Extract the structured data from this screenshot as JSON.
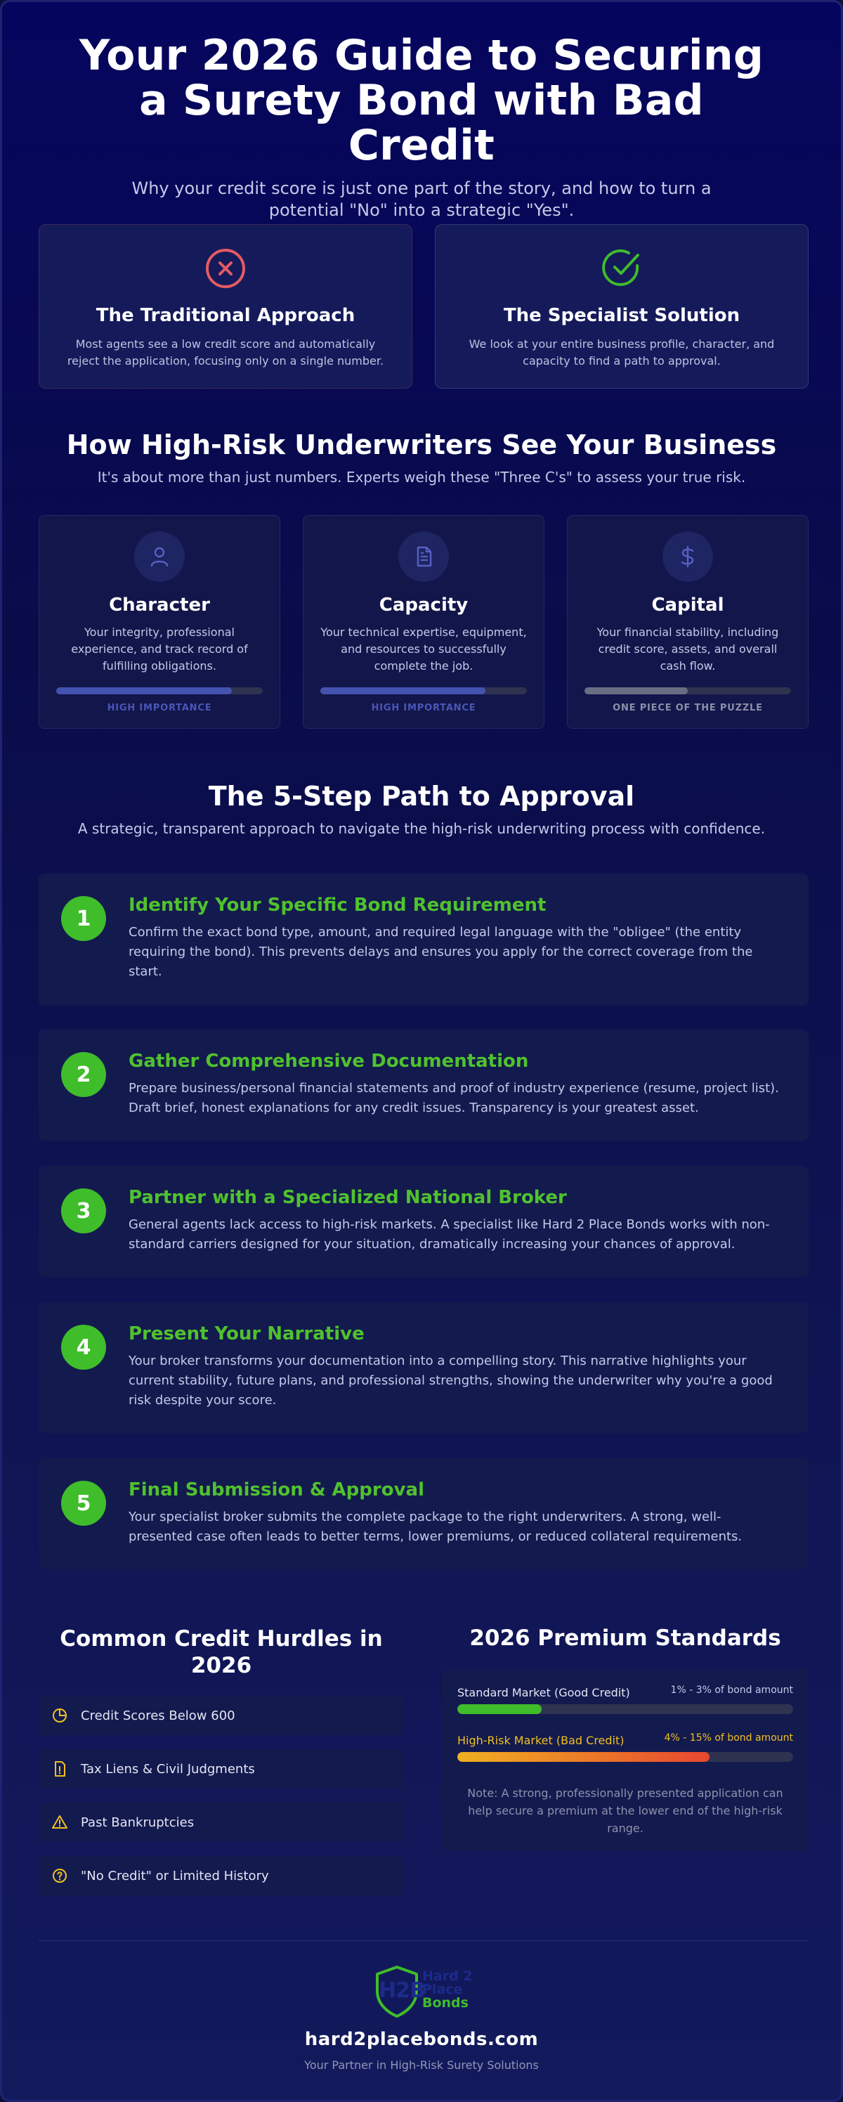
{
  "hero": {
    "title": "Your 2026 Guide to Securing a Surety Bond with Bad Credit",
    "subtitle": "Why your credit score is just one part of the story, and how to turn a potential \"No\" into a strategic \"Yes\"."
  },
  "comparison": {
    "traditional": {
      "icon": "x-circle-icon",
      "title": "The Traditional Approach",
      "text": "Most agents see a low credit score and automatically reject the application, focusing only on a single number."
    },
    "specialist": {
      "icon": "check-circle-icon",
      "title": "The Specialist Solution",
      "text": "We look at your entire business profile, character, and capacity to find a path to approval."
    }
  },
  "underwriters": {
    "title": "How High-Risk Underwriters See Your Business",
    "subtitle": "It's about more than just numbers. Experts weigh these \"Three C's\" to assess your true risk.",
    "items": [
      {
        "icon": "user-icon",
        "title": "Character",
        "text": "Your integrity, professional experience, and track record of fulfilling obligations.",
        "level": 0.85,
        "tag": "HIGH IMPORTANCE"
      },
      {
        "icon": "document-icon",
        "title": "Capacity",
        "text": "Your technical expertise, equipment, and resources to successfully complete the job.",
        "level": 0.8,
        "tag": "HIGH IMPORTANCE"
      },
      {
        "icon": "dollar-icon",
        "title": "Capital",
        "text": "Your financial stability, including credit score, assets, and overall cash flow.",
        "level": 0.5,
        "tag": "ONE PIECE OF THE PUZZLE"
      }
    ]
  },
  "path": {
    "title": "The 5-Step Path to Approval",
    "subtitle": "A strategic, transparent approach to navigate the high-risk underwriting process with confidence.",
    "steps": [
      {
        "num": "1",
        "title": "Identify Your Specific Bond Requirement",
        "text": "Confirm the exact bond type, amount, and required legal language with the \"obligee\" (the entity requiring the bond). This prevents delays and ensures you apply for the correct coverage from the start."
      },
      {
        "num": "2",
        "title": "Gather Comprehensive Documentation",
        "text": "Prepare business/personal financial statements and proof of industry experience (resume, project list). Draft brief, honest explanations for any credit issues. Transparency is your greatest asset."
      },
      {
        "num": "3",
        "title": "Partner with a Specialized National Broker",
        "text": "General agents lack access to high-risk markets. A specialist like Hard 2 Place Bonds works with non-standard carriers designed for your situation, dramatically increasing your chances of approval."
      },
      {
        "num": "4",
        "title": "Present Your Narrative",
        "text": "Your broker transforms your documentation into a compelling story. This narrative highlights your current stability, future plans, and professional strengths, showing the underwriter why you're a good risk despite your score."
      },
      {
        "num": "5",
        "title": "Final Submission & Approval",
        "text": "Your specialist broker submits the complete package to the right underwriters. A strong, well-presented case often leads to better terms, lower premiums, or reduced collateral requirements."
      }
    ]
  },
  "hurdles": {
    "title": "Common Credit Hurdles in 2026",
    "items": [
      {
        "icon": "pie-chart-icon",
        "label": "Credit Scores Below 600"
      },
      {
        "icon": "file-alert-icon",
        "label": "Tax Liens & Civil Judgments"
      },
      {
        "icon": "warning-triangle-icon",
        "label": "Past Bankruptcies"
      },
      {
        "icon": "question-circle-icon",
        "label": "\"No Credit\" or Limited History"
      }
    ]
  },
  "premium": {
    "title": "2026 Premium Standards",
    "rows": [
      {
        "label": "Standard Market (Good Credit)",
        "range": "1% - 3% of bond amount",
        "level": 0.25,
        "color": "#3fbd2a"
      },
      {
        "label": "High-Risk Market (Bad Credit)",
        "range": "4% - 15% of bond amount",
        "level": 0.75,
        "color": "#e8472f"
      }
    ],
    "note": "Note: A strong, professionally presented application can help secure a premium at the lower end of the high-risk range."
  },
  "footer": {
    "logo_letters": "H2B",
    "logo_words": [
      "Hard 2",
      "Place",
      "Bonds"
    ],
    "site": "hard2placebonds.com",
    "tagline": "Your Partner in High-Risk Surety Solutions"
  },
  "colors": {
    "accent_green": "#3fbd2a",
    "bad_red": "#e55a63",
    "amber": "#f0c020"
  }
}
